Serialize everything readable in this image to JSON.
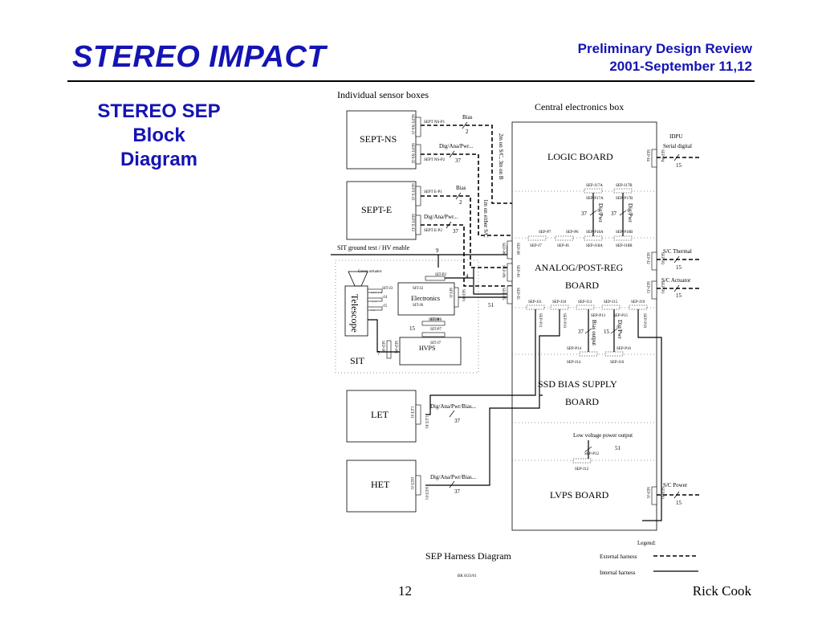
{
  "header": {
    "title": "STEREO IMPACT",
    "review_line1": "Preliminary Design Review",
    "review_line2": "2001-September 11,12"
  },
  "slide": {
    "subtitle_line1": "STEREO SEP Block",
    "subtitle_line2": "Diagram",
    "page_number": "12",
    "author": "Rick Cook"
  },
  "colors": {
    "accent": "#1414b4",
    "ink": "#000000"
  },
  "diagram": {
    "sensor_boxes_label": "Individual sensor boxes",
    "central_box_label": "Central electronics box",
    "sept_ns": {
      "label": "SEPT-NS",
      "conn1": "SEPT NS-J1",
      "conn2": "SEPT NS-J2",
      "plug1": "SEPT NS-P1",
      "plug2": "SEPT NS-P2",
      "bias": "Bias",
      "bias_count": "2",
      "dig": "Dig/Ana/Pwr...",
      "dig_count": "37",
      "route": "2m on S/C, 3m on B"
    },
    "sept_e": {
      "label": "SEPT-E",
      "conn1": "SEPT E-J1",
      "conn2": "SEPT E-J2",
      "plug1": "SEPT E-P1",
      "plug2": "SEPT E-P2",
      "bias": "Bias",
      "bias_count": "2",
      "dig": "Dig/Ana/Pwr...",
      "dig_count": "37",
      "route": "1m on either S/C"
    },
    "sit": {
      "label": "SIT",
      "ground_test": "SIT ground test / HV enable",
      "gt_count": "9",
      "cover": "Cover actuator",
      "telescope": "Telescope",
      "electronics": "Electronics",
      "hvps": "HVPS",
      "j2": "SIT-J2",
      "p2": "SIT-P2",
      "p3": "SIT-P3",
      "j3": "SIT-J3",
      "j4": "-J4",
      "p4": "-P4",
      "j5": "-J5",
      "p5": "P5",
      "j6": "SIT-J6",
      "j8": "SIT-J8",
      "p8": "SIT-P8",
      "p7": "SIT-P7",
      "j7": "SIT-J7",
      "j1": "SIT-J1",
      "p1": "SEP-P1",
      "sepp6": "SEP-P6",
      "sepj6": "SEP-J6",
      "n4": "4",
      "n51": "51",
      "n15": "15",
      "n7": "7"
    },
    "logic": {
      "label": "LOGIC BOARD",
      "j17a": "SEP-J17A",
      "j17b": "SEP-J17B",
      "p17a": "SEP-P17A",
      "p17b": "SEP-P17B",
      "dig1": "Dig/Pwr",
      "dig2": "Dig/Pwr",
      "n37a": "37",
      "n37b": "37",
      "p7": "SEP-P7",
      "p6": "SEP-P6",
      "p18a": "SEP-P18A",
      "p18b": "SEP-P18B",
      "j7": "SEP-J7",
      "j6": "SEP-J6",
      "j18a": "SEP-J18A",
      "j18b": "SEP-J18B",
      "j4": "SEP-J4",
      "p4": "SEP-P4"
    },
    "idpu": {
      "label1": "IDPU",
      "label2": "Serial digital",
      "count": "15"
    },
    "analog": {
      "label1": "ANALOG/POST-REG",
      "label2": "BOARD",
      "j8": "SEP-J8",
      "p8": "SEP-P8",
      "j9": "SEP-J9",
      "p9": "SEP-P9",
      "j5": "SEP-J5",
      "p5": "SEP-P5",
      "j11": "SEP-J11",
      "j10": "SEP-J10",
      "j13": "SEP-J13",
      "j15": "SEP-J15",
      "j19": "SEP-J19",
      "p11": "SEP-P11",
      "p10": "SEP-P10",
      "p13": "SEP-P13",
      "p15": "SEP-P15",
      "p19": "SEP-P19",
      "bias_out": "Bias output",
      "dig": "Dig/Pwr",
      "n37": "37",
      "n15": "15",
      "p14": "SEP-P14",
      "p16": "SEP-P16",
      "j14": "SEP-J14",
      "j16": "SEP-J16",
      "j2": "SEP-J2",
      "p2": "SEP-P2",
      "j3": "SEP-J3",
      "p3": "SEP-P3"
    },
    "thermal": {
      "label": "S/C Thermal",
      "count": "15"
    },
    "actuator": {
      "label": "S/C Actuator",
      "count": "15"
    },
    "ssd": {
      "label1": "SSD BIAS SUPPLY",
      "label2": "BOARD"
    },
    "lv_output": {
      "label": "Low voltage power output",
      "count": "51",
      "p12": "SEP-P12",
      "j12": "SEP-J12"
    },
    "let": {
      "label": "LET",
      "conn": "LET-J1",
      "plug": "LET-P1",
      "harness": "Dig/Ana/Pwr/Bias...",
      "count": "37"
    },
    "het": {
      "label": "HET",
      "conn": "HET-J1",
      "plug": "HET-P1",
      "harness": "Dig/Ana/Pwr/Bias...",
      "count": "37"
    },
    "lvps": {
      "label": "LVPS BOARD",
      "j1": "SEP-J1",
      "p1": "SEP-P1"
    },
    "power": {
      "label": "S/C Power",
      "count": "15"
    },
    "caption": "SEP Harness Diagram",
    "author_note": "BK 8/25/01",
    "legend": {
      "title": "Legend:",
      "external": "External harness",
      "internal": "Internal harness"
    }
  }
}
